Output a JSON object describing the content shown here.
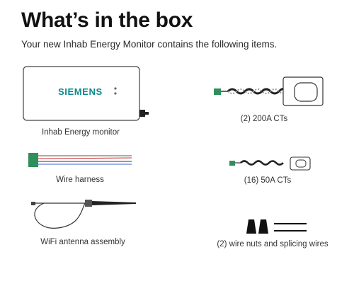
{
  "header": {
    "title": "What’s in the box",
    "subtitle": "Your new Inhab Energy Monitor contains the following items."
  },
  "items": [
    {
      "label": "Inhab Energy monitor",
      "brand": "SIEMENS",
      "icon": "energy-monitor-device"
    },
    {
      "label": "(2) 200A CTs",
      "icon": "large-current-transformer"
    },
    {
      "label": "Wire harness",
      "icon": "wire-harness"
    },
    {
      "label": "(16) 50A CTs",
      "icon": "small-current-transformer"
    },
    {
      "label": "WiFi antenna assembly",
      "icon": "wifi-antenna"
    },
    {
      "label": "(2) wire nuts and splicing wires",
      "icon": "wire-nuts"
    }
  ],
  "colors": {
    "brand": "#0f8a8e",
    "connector": "#2f8f5a",
    "line": "#444444"
  }
}
